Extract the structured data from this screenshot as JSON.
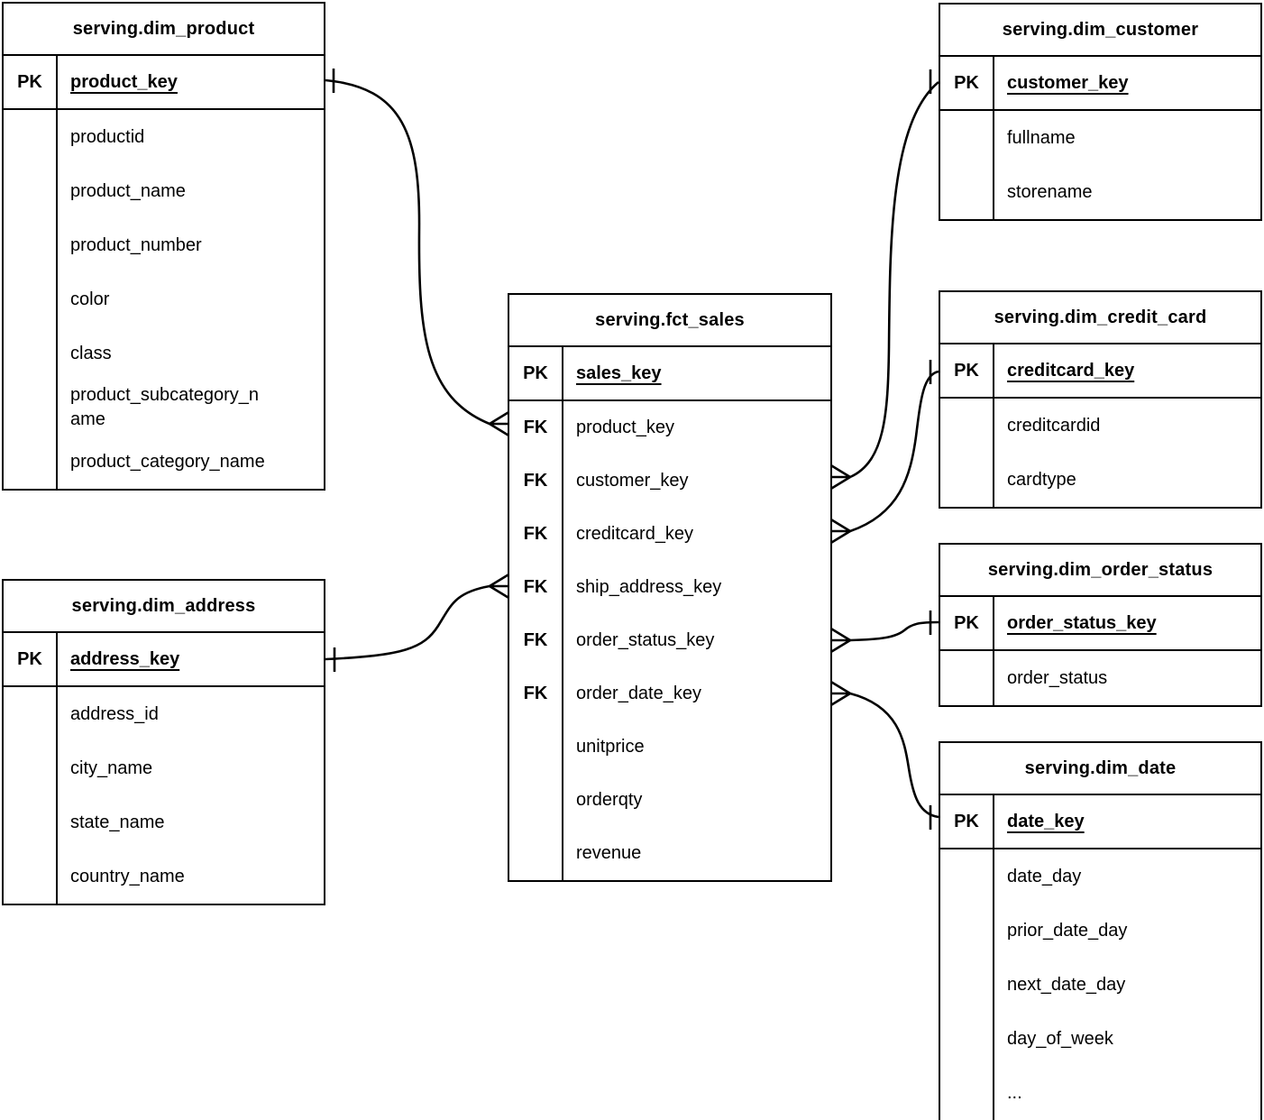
{
  "tables": {
    "dim_product": {
      "title": "serving.dim_product",
      "pk": {
        "tag": "PK",
        "field": "product_key"
      },
      "rows": [
        {
          "tag": "",
          "field": "productid"
        },
        {
          "tag": "",
          "field": "product_name"
        },
        {
          "tag": "",
          "field": "product_number"
        },
        {
          "tag": "",
          "field": "color"
        },
        {
          "tag": "",
          "field": "class"
        },
        {
          "tag": "",
          "field": "product_subcategory_name"
        },
        {
          "tag": "",
          "field": "product_category_name"
        }
      ]
    },
    "dim_address": {
      "title": "serving.dim_address",
      "pk": {
        "tag": "PK",
        "field": "address_key"
      },
      "rows": [
        {
          "tag": "",
          "field": "address_id"
        },
        {
          "tag": "",
          "field": "city_name"
        },
        {
          "tag": "",
          "field": "state_name"
        },
        {
          "tag": "",
          "field": "country_name"
        }
      ]
    },
    "fct_sales": {
      "title": "serving.fct_sales",
      "pk": {
        "tag": "PK",
        "field": "sales_key"
      },
      "rows": [
        {
          "tag": "FK",
          "field": "product_key"
        },
        {
          "tag": "FK",
          "field": "customer_key"
        },
        {
          "tag": "FK",
          "field": "creditcard_key"
        },
        {
          "tag": "FK",
          "field": "ship_address_key"
        },
        {
          "tag": "FK",
          "field": "order_status_key"
        },
        {
          "tag": "FK",
          "field": "order_date_key"
        },
        {
          "tag": "",
          "field": "unitprice"
        },
        {
          "tag": "",
          "field": "orderqty"
        },
        {
          "tag": "",
          "field": "revenue"
        }
      ]
    },
    "dim_customer": {
      "title": "serving.dim_customer",
      "pk": {
        "tag": "PK",
        "field": "customer_key"
      },
      "rows": [
        {
          "tag": "",
          "field": "fullname"
        },
        {
          "tag": "",
          "field": "storename"
        }
      ]
    },
    "dim_credit_card": {
      "title": "serving.dim_credit_card",
      "pk": {
        "tag": "PK",
        "field": "creditcard_key"
      },
      "rows": [
        {
          "tag": "",
          "field": "creditcardid"
        },
        {
          "tag": "",
          "field": "cardtype"
        }
      ]
    },
    "dim_order_status": {
      "title": "serving.dim_order_status",
      "pk": {
        "tag": "PK",
        "field": "order_status_key"
      },
      "rows": [
        {
          "tag": "",
          "field": "order_status"
        }
      ]
    },
    "dim_date": {
      "title": "serving.dim_date",
      "pk": {
        "tag": "PK",
        "field": "date_key"
      },
      "rows": [
        {
          "tag": "",
          "field": "date_day"
        },
        {
          "tag": "",
          "field": "prior_date_day"
        },
        {
          "tag": "",
          "field": "next_date_day"
        },
        {
          "tag": "",
          "field": "day_of_week"
        },
        {
          "tag": "",
          "field": "..."
        }
      ]
    }
  },
  "relationships": [
    {
      "from_table": "serving.fct_sales",
      "from_field": "product_key",
      "to_table": "serving.dim_product",
      "to_field": "product_key",
      "cardinality": "many-to-one"
    },
    {
      "from_table": "serving.fct_sales",
      "from_field": "ship_address_key",
      "to_table": "serving.dim_address",
      "to_field": "address_key",
      "cardinality": "many-to-one"
    },
    {
      "from_table": "serving.fct_sales",
      "from_field": "customer_key",
      "to_table": "serving.dim_customer",
      "to_field": "customer_key",
      "cardinality": "many-to-one"
    },
    {
      "from_table": "serving.fct_sales",
      "from_field": "creditcard_key",
      "to_table": "serving.dim_credit_card",
      "to_field": "creditcard_key",
      "cardinality": "many-to-one"
    },
    {
      "from_table": "serving.fct_sales",
      "from_field": "order_status_key",
      "to_table": "serving.dim_order_status",
      "to_field": "order_status_key",
      "cardinality": "many-to-one"
    },
    {
      "from_table": "serving.fct_sales",
      "from_field": "order_date_key",
      "to_table": "serving.dim_date",
      "to_field": "date_key",
      "cardinality": "many-to-one"
    }
  ]
}
